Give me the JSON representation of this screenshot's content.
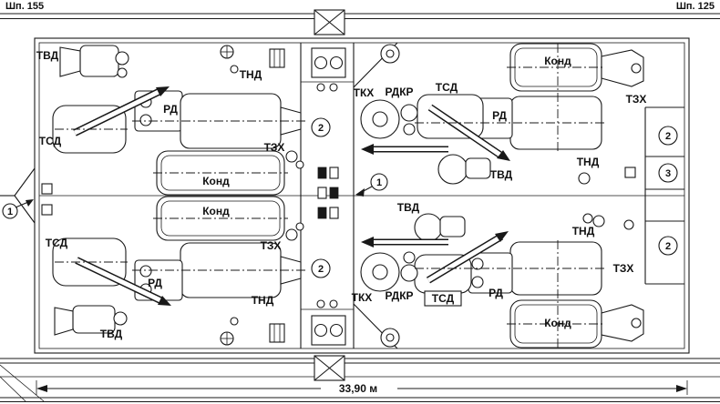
{
  "frames": {
    "left": "Шп. 155",
    "right": "Шп. 125"
  },
  "dimension": {
    "value": "33,90 м"
  },
  "equipment": {
    "tvd": "ТВД",
    "tnd": "ТНД",
    "tsd": "ТСД",
    "rd": "РД",
    "kond": "Конд",
    "tzkh": "ТЗХ",
    "tkh": "ТКХ",
    "rdkr": "РДКР"
  },
  "callouts": {
    "one": "1",
    "two": "2",
    "three": "3"
  },
  "colors": {
    "ink": "#181818",
    "paper": "#ffffff"
  }
}
